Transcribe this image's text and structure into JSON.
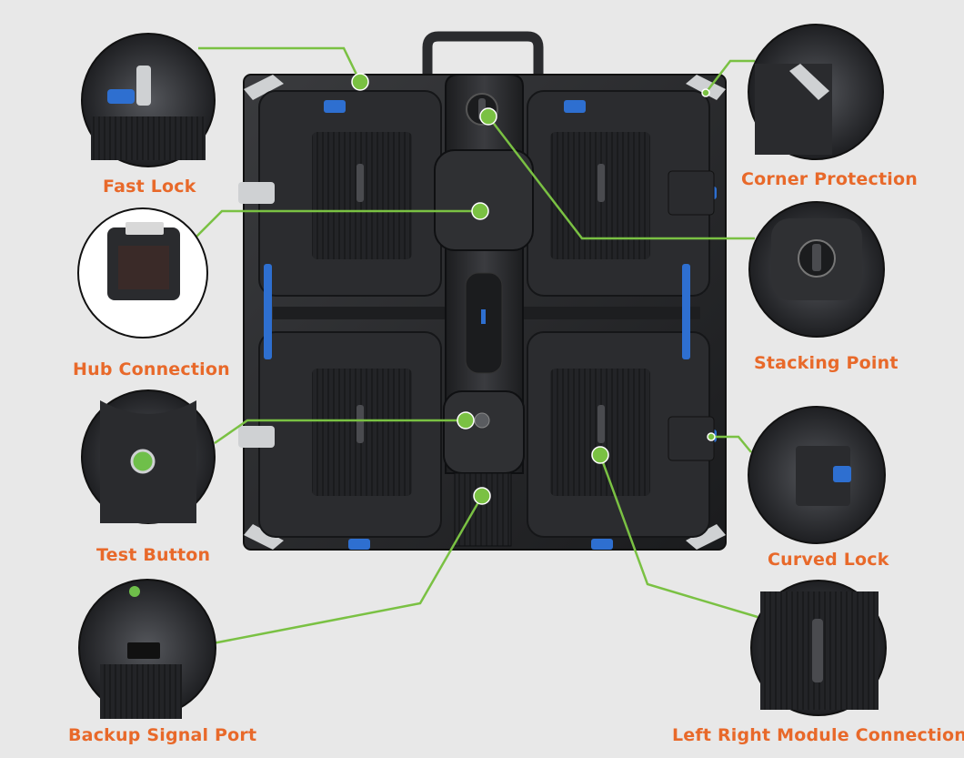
{
  "colors": {
    "background": "#e8e8e8",
    "label": "#e8692a",
    "callout_line": "#7ac143",
    "panel_dark": "#1e1f21",
    "accent_blue": "#2e6fd0"
  },
  "callouts": [
    {
      "id": "fast-lock",
      "label": "Fast Lock"
    },
    {
      "id": "hub-connection",
      "label": "Hub Connection"
    },
    {
      "id": "test-button",
      "label": "Test Button"
    },
    {
      "id": "backup-signal-port",
      "label": "Backup Signal Port"
    },
    {
      "id": "corner-protection",
      "label": "Corner Protection"
    },
    {
      "id": "stacking-point",
      "label": "Stacking Point"
    },
    {
      "id": "curved-lock",
      "label": "Curved Lock"
    },
    {
      "id": "left-right-module-connection",
      "label": "Left Right Module Connection"
    }
  ]
}
